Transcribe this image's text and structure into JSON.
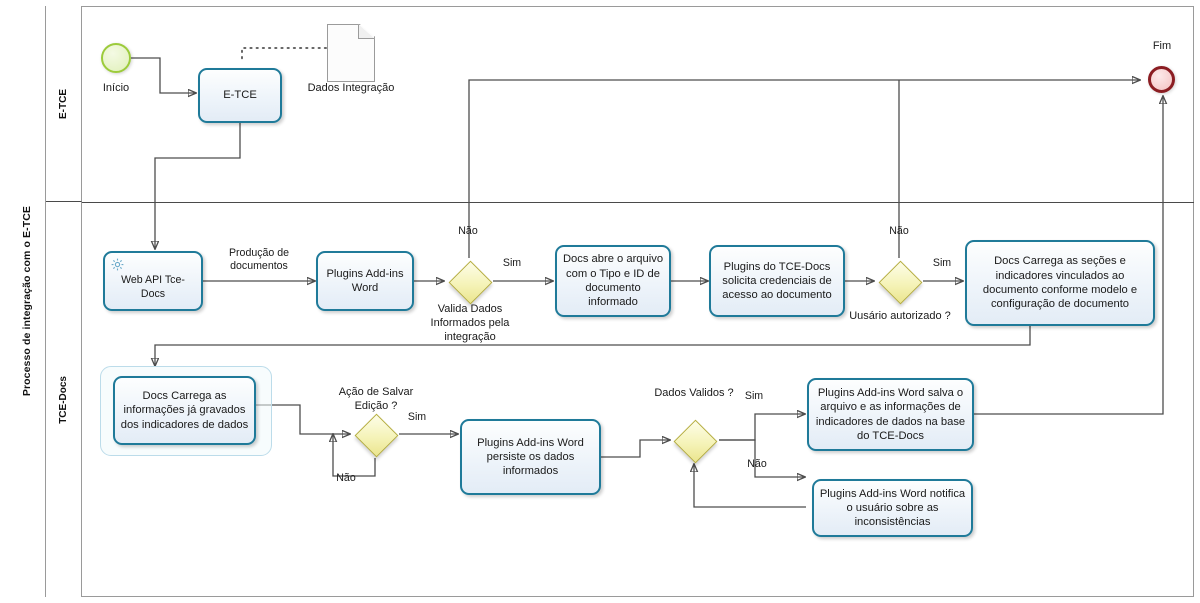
{
  "diagram": {
    "pool_title": "Processo de integração com o E-TCE",
    "lanes": [
      {
        "id": "lane-etce",
        "label": "E-TCE"
      },
      {
        "id": "lane-tcedocs",
        "label": "TCE-Docs"
      }
    ],
    "colors": {
      "task_border": "#1f7a99",
      "task_fill": "#eef4fa",
      "gateway_border": "#b5ad3d",
      "gateway_fill": "#f5f3b8",
      "start_border": "#9ccb3b",
      "end_border": "#8b1d22",
      "connector": "#4d4d4d",
      "lane_border": "#9a9a9a",
      "subprocess_border": "#bcdcea"
    },
    "events": [
      {
        "id": "start-inicio",
        "type": "start-event",
        "label": "Início"
      },
      {
        "id": "end-fim",
        "type": "end-event",
        "label": "Fim"
      }
    ],
    "data_objects": [
      {
        "id": "dados-integracao",
        "label": "Dados Integração"
      }
    ],
    "tasks": [
      {
        "id": "task-etce",
        "label": "E-TCE",
        "lane": "E-TCE"
      },
      {
        "id": "task-web-api",
        "label": "Web API Tce-Docs",
        "lane": "TCE-Docs",
        "icon": "gear-icon"
      },
      {
        "id": "task-plugins-addins-word",
        "label": "Plugins Add-ins Word",
        "lane": "TCE-Docs"
      },
      {
        "id": "task-docs-abre-arquivo",
        "label": "Docs  abre o arquivo com o Tipo e ID de documento informado",
        "lane": "TCE-Docs"
      },
      {
        "id": "task-solicita-credenciais",
        "label": "Plugins do TCE-Docs solicita credenciais de acesso ao documento",
        "lane": "TCE-Docs"
      },
      {
        "id": "task-carrega-secoes",
        "label": "Docs Carrega as seções e indicadores vinculados ao documento conforme modelo e configuração de documento",
        "lane": "TCE-Docs"
      },
      {
        "id": "task-carrega-informacoes",
        "label": "Docs Carrega as informações já gravados dos indicadores de dados",
        "lane": "TCE-Docs"
      },
      {
        "id": "task-persiste-dados",
        "label": "Plugins Add-ins Word persiste os dados informados",
        "lane": "TCE-Docs"
      },
      {
        "id": "task-salva-arquivo",
        "label": "Plugins Add-ins Word salva o arquivo e as informações de indicadores de dados na base do TCE-Docs",
        "lane": "TCE-Docs"
      },
      {
        "id": "task-notifica-usuario",
        "label": "Plugins Add-ins Word notifica o usuário sobre as inconsistências",
        "lane": "TCE-Docs"
      }
    ],
    "gateways": [
      {
        "id": "gw-valida-dados",
        "label": "Valida Dados Informados pela integração"
      },
      {
        "id": "gw-usuario-autorizado",
        "label": "Uusário autorizado ?"
      },
      {
        "id": "gw-acao-salvar",
        "label": "Ação de Salvar Edição ?"
      },
      {
        "id": "gw-dados-validos",
        "label": "Dados Validos ?"
      }
    ],
    "flow_labels": [
      {
        "id": "flow-producao-documentos",
        "text": "Produção de documentos"
      },
      {
        "id": "flow-valida-nao",
        "text": "Não"
      },
      {
        "id": "flow-valida-sim",
        "text": "Sim"
      },
      {
        "id": "flow-autorizado-nao",
        "text": "Não"
      },
      {
        "id": "flow-autorizado-sim",
        "text": "Sim"
      },
      {
        "id": "flow-salvar-sim",
        "text": "Sim"
      },
      {
        "id": "flow-salvar-nao",
        "text": "Não"
      },
      {
        "id": "flow-validos-sim",
        "text": "Sim"
      },
      {
        "id": "flow-validos-nao",
        "text": "Não"
      }
    ]
  }
}
